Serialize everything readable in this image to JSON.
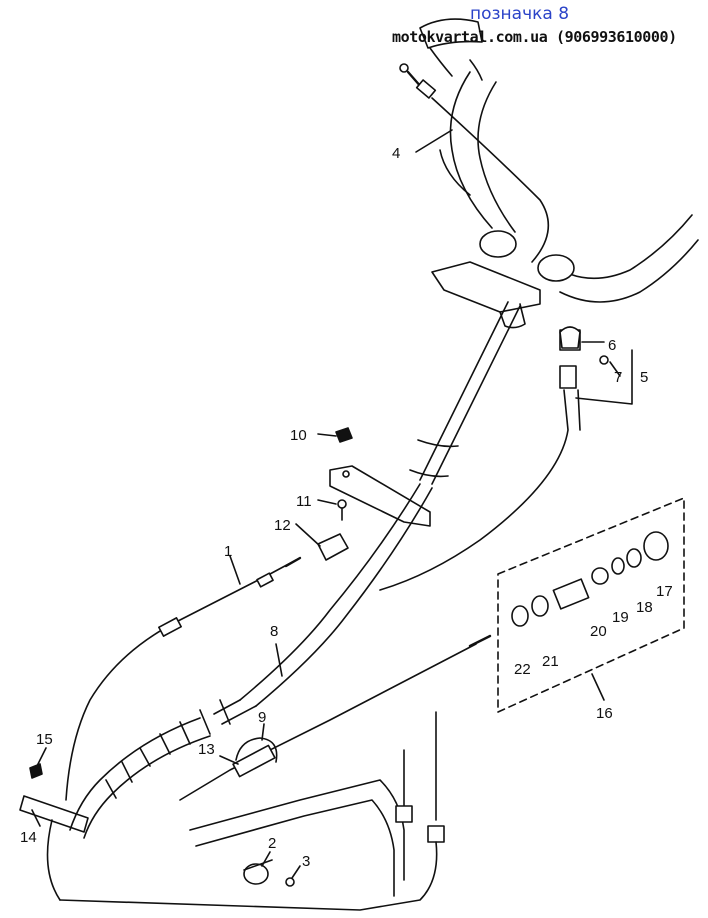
{
  "header": {
    "title": "позначка 8",
    "source": "motokvartal.com.ua (906993610000)"
  },
  "callouts": [
    {
      "id": "1",
      "label": "1"
    },
    {
      "id": "2",
      "label": "2"
    },
    {
      "id": "3",
      "label": "3"
    },
    {
      "id": "4",
      "label": "4"
    },
    {
      "id": "5",
      "label": "5"
    },
    {
      "id": "6",
      "label": "6"
    },
    {
      "id": "7",
      "label": "7"
    },
    {
      "id": "8",
      "label": "8"
    },
    {
      "id": "9",
      "label": "9"
    },
    {
      "id": "10",
      "label": "10"
    },
    {
      "id": "11",
      "label": "11"
    },
    {
      "id": "12",
      "label": "12"
    },
    {
      "id": "13",
      "label": "13"
    },
    {
      "id": "14",
      "label": "14"
    },
    {
      "id": "15",
      "label": "15"
    },
    {
      "id": "16",
      "label": "16"
    },
    {
      "id": "17",
      "label": "17"
    },
    {
      "id": "18",
      "label": "18"
    },
    {
      "id": "19",
      "label": "19"
    },
    {
      "id": "20",
      "label": "20"
    },
    {
      "id": "21",
      "label": "21"
    },
    {
      "id": "22",
      "label": "22"
    }
  ]
}
